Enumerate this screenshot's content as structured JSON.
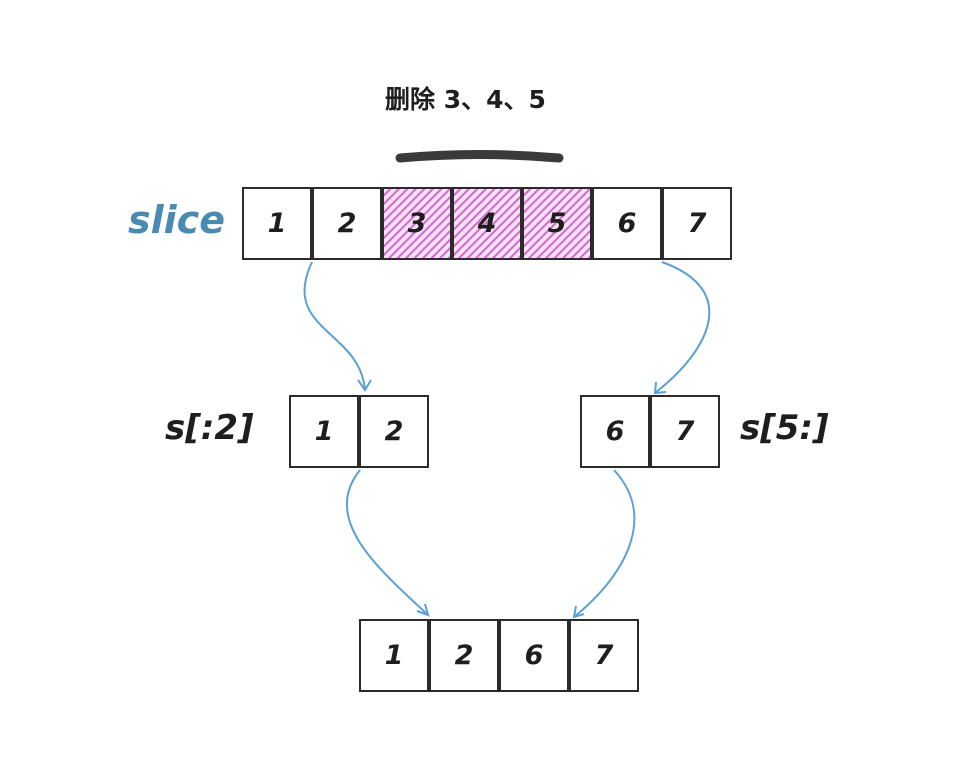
{
  "title": "删除 3、4、5",
  "slice": {
    "label": "slice",
    "label_color": "#4a8ab0",
    "cells": [
      "1",
      "2",
      "3",
      "4",
      "5",
      "6",
      "7"
    ],
    "highlighted_cells": [
      "3",
      "4",
      "5"
    ]
  },
  "left_part": {
    "label": "s[:2]",
    "cells": [
      "1",
      "2"
    ]
  },
  "right_part": {
    "label": "s[5:]",
    "cells": [
      "6",
      "7"
    ]
  },
  "result": {
    "cells": [
      "1",
      "2",
      "6",
      "7"
    ]
  },
  "colors": {
    "stroke": "#2b2b2b",
    "arrow": "#5aa0d6",
    "highlight": "#d76fd0",
    "bracket": "#3a3a3a"
  }
}
